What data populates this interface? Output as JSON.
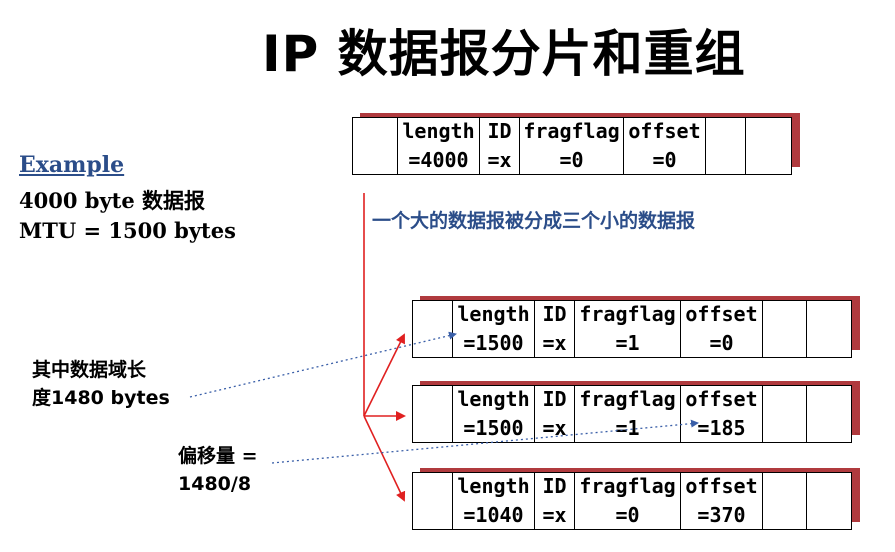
{
  "title": "IP 数据报分片和重组",
  "example": {
    "heading": "Example",
    "line1": "4000 byte 数据报",
    "line2": "MTU = 1500 bytes"
  },
  "note": "一个大的数据报被分成三个小的数据报",
  "annotation_data_field": {
    "line1": "其中数据域长",
    "line2": "度1480 bytes"
  },
  "annotation_offset": {
    "line1": "偏移量 =",
    "line2": "1480/8"
  },
  "original_packet": {
    "length_label": "length",
    "length_value": "=4000",
    "id_label": "ID",
    "id_value": "=x",
    "fragflag_label": "fragflag",
    "fragflag_value": "=0",
    "offset_label": "offset",
    "offset_value": "=0"
  },
  "fragments": [
    {
      "length_label": "length",
      "length_value": "=1500",
      "id_label": "ID",
      "id_value": "=x",
      "fragflag_label": "fragflag",
      "fragflag_value": "=1",
      "offset_label": "offset",
      "offset_value": "=0"
    },
    {
      "length_label": "length",
      "length_value": "=1500",
      "id_label": "ID",
      "id_value": "=x",
      "fragflag_label": "fragflag",
      "fragflag_value": "=1",
      "offset_label": "offset",
      "offset_value": "=185"
    },
    {
      "length_label": "length",
      "length_value": "=1040",
      "id_label": "ID",
      "id_value": "=x",
      "fragflag_label": "fragflag",
      "fragflag_value": "=0",
      "offset_label": "offset",
      "offset_value": "=370"
    }
  ],
  "colors": {
    "title": "#000000",
    "accent_blue": "#2b4d89",
    "shadow_red": "#b03a3e",
    "arrow_red": "#e02020",
    "dotted_blue": "#3a5fa8"
  }
}
